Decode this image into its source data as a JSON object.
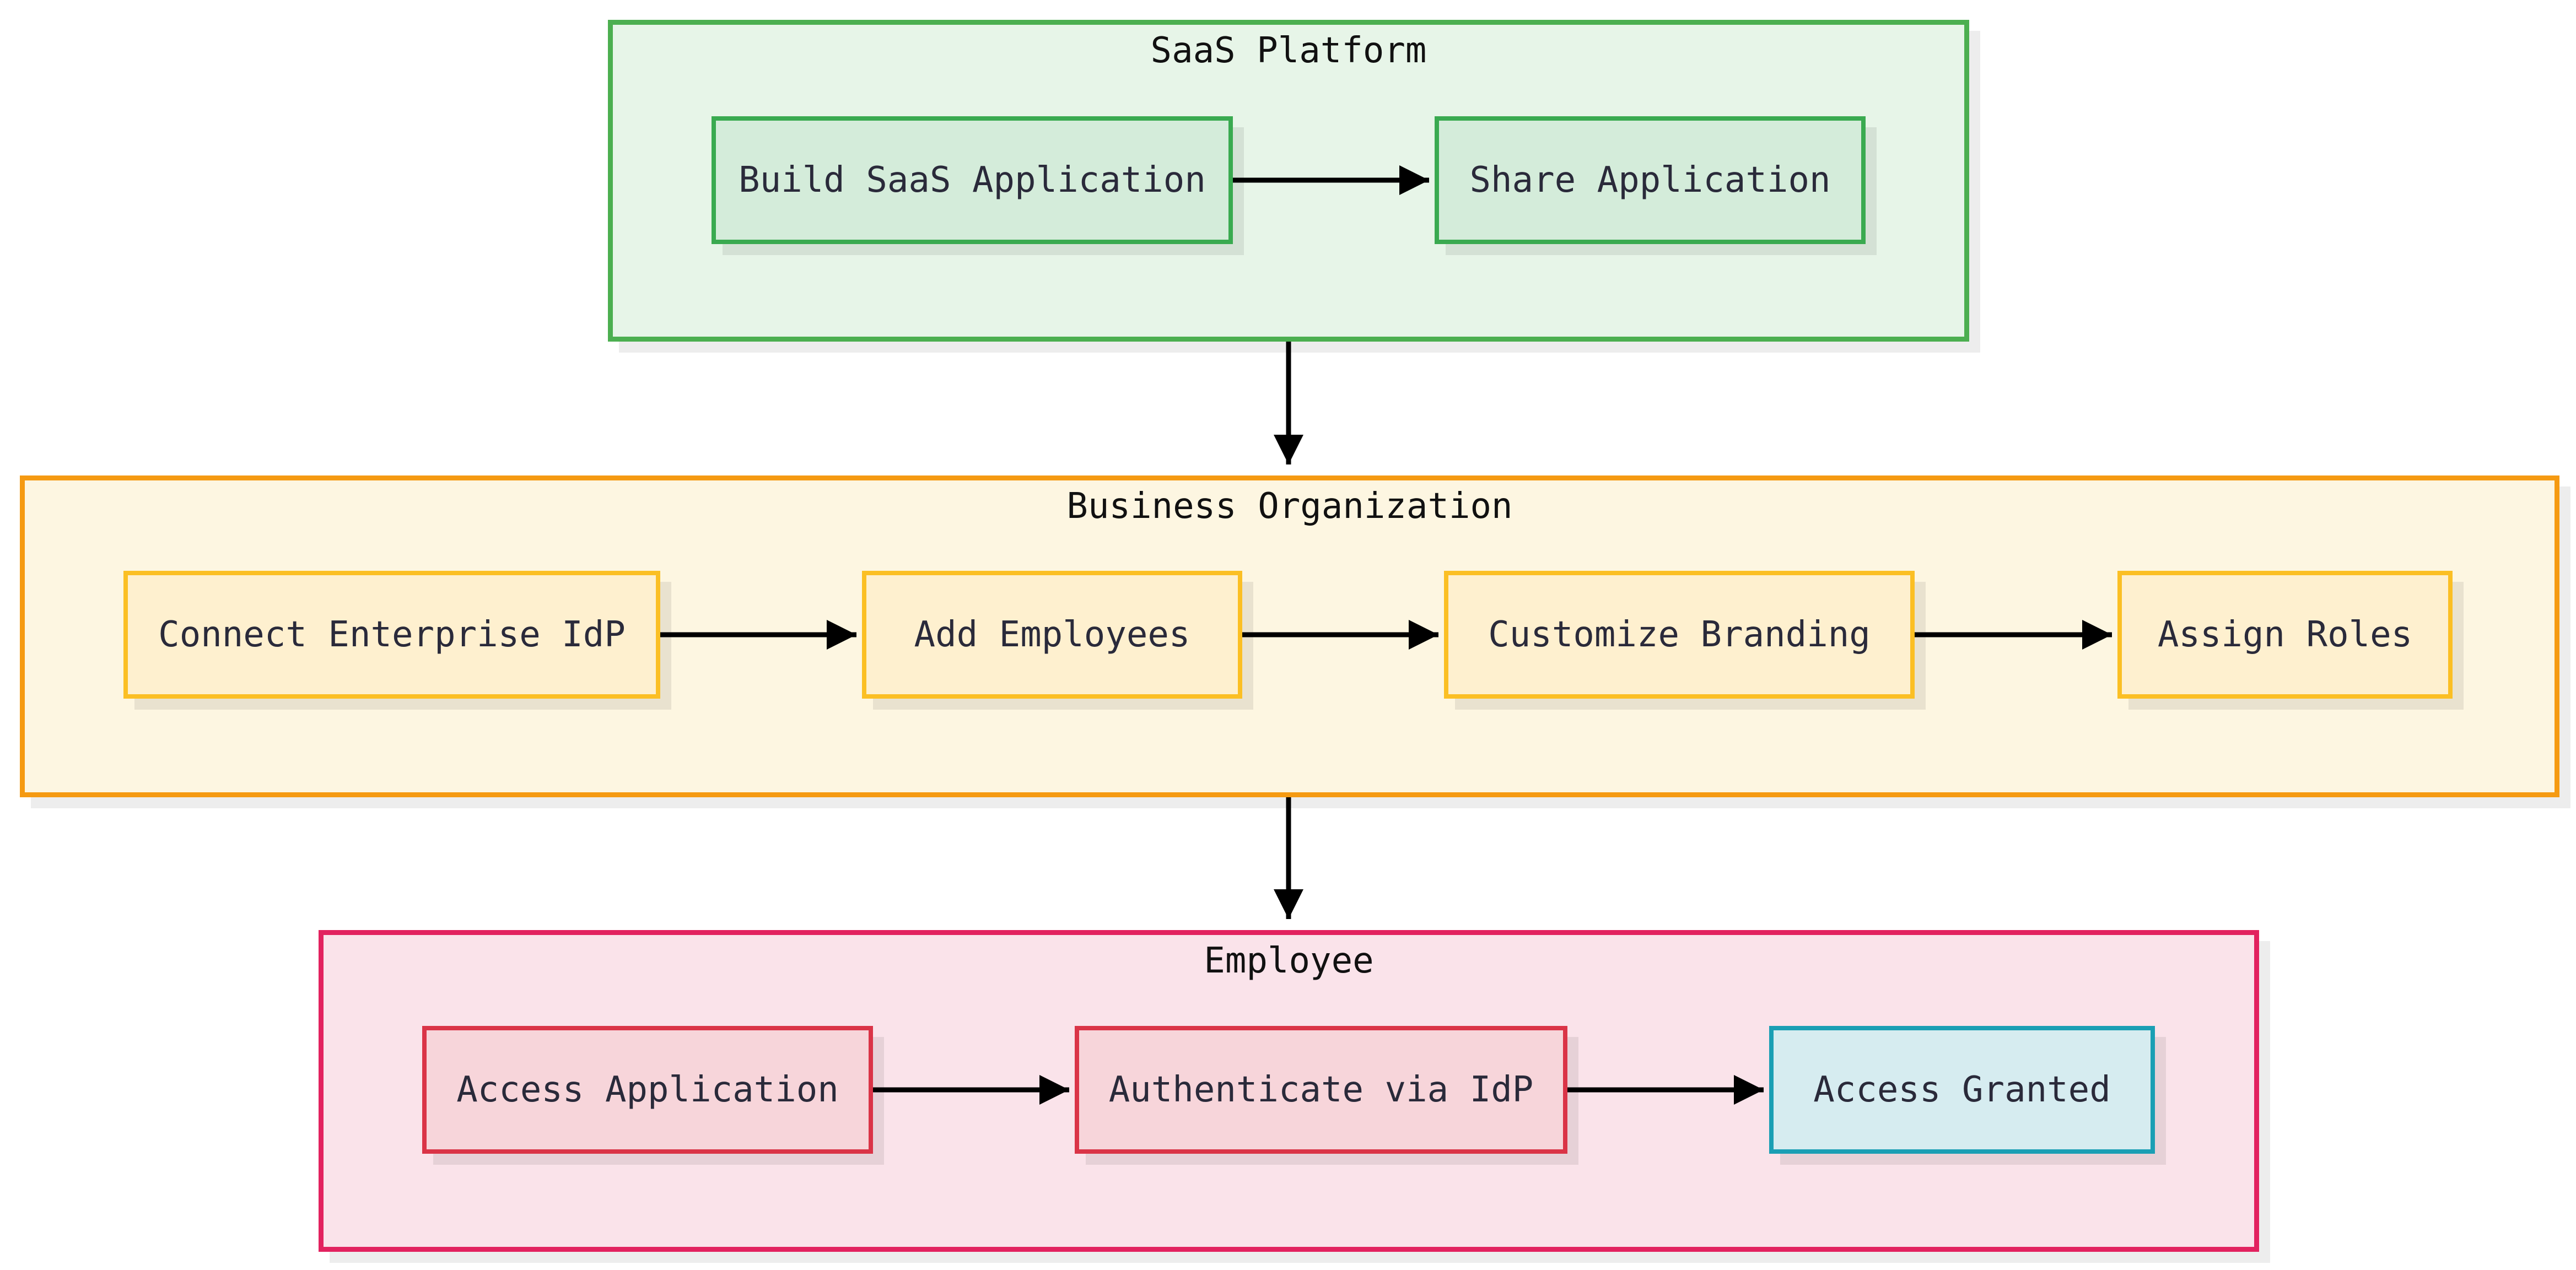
{
  "groups": {
    "saas_platform": {
      "title": "SaaS Platform",
      "color": "#4caf50"
    },
    "business_organization": {
      "title": "Business Organization",
      "color": "#f59a12"
    },
    "employee": {
      "title": "Employee",
      "color": "#e2225f"
    }
  },
  "nodes": {
    "build_saas_application": "Build SaaS Application",
    "share_application": "Share Application",
    "connect_enterprise_idp": "Connect Enterprise IdP",
    "add_employees": "Add Employees",
    "customize_branding": "Customize Branding",
    "assign_roles": "Assign Roles",
    "access_application": "Access Application",
    "authenticate_via_idp": "Authenticate via IdP",
    "access_granted": "Access Granted"
  },
  "edges": [
    {
      "from": "build_saas_application",
      "to": "share_application"
    },
    {
      "from": "saas_platform",
      "to": "business_organization"
    },
    {
      "from": "connect_enterprise_idp",
      "to": "add_employees"
    },
    {
      "from": "add_employees",
      "to": "customize_branding"
    },
    {
      "from": "customize_branding",
      "to": "assign_roles"
    },
    {
      "from": "business_organization",
      "to": "employee"
    },
    {
      "from": "access_application",
      "to": "authenticate_via_idp"
    },
    {
      "from": "authenticate_via_idp",
      "to": "access_granted"
    }
  ]
}
